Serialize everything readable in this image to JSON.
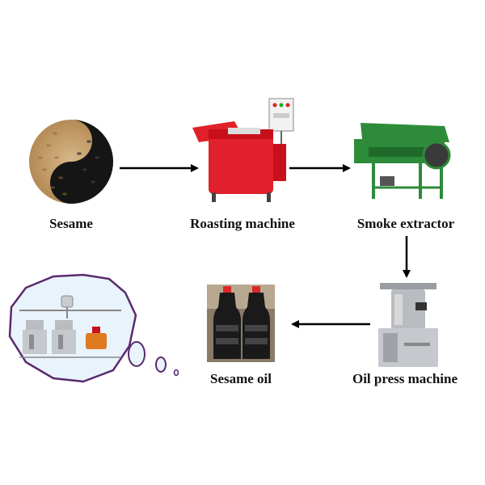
{
  "steps": [
    {
      "label": "Sesame",
      "icon": "sesame-seeds-icon"
    },
    {
      "label": "Roasting machine",
      "icon": "roasting-machine-icon"
    },
    {
      "label": "Smoke extractor",
      "icon": "smoke-extractor-icon"
    },
    {
      "label": "Oil press machine",
      "icon": "oil-press-machine-icon"
    },
    {
      "label": "Sesame oil",
      "icon": "sesame-oil-bottles-icon"
    }
  ],
  "thought_bubble": {
    "icon": "production-line-icon"
  },
  "colors": {
    "roaster_red": "#e0202a",
    "extractor_green": "#2e8b3a",
    "press_steel": "#b9bcc0",
    "oil_dark": "#1a1a1a",
    "bubble_fill": "#e9f3fb",
    "bubble_stroke": "#5a2a6e",
    "arrow": "#000000"
  }
}
